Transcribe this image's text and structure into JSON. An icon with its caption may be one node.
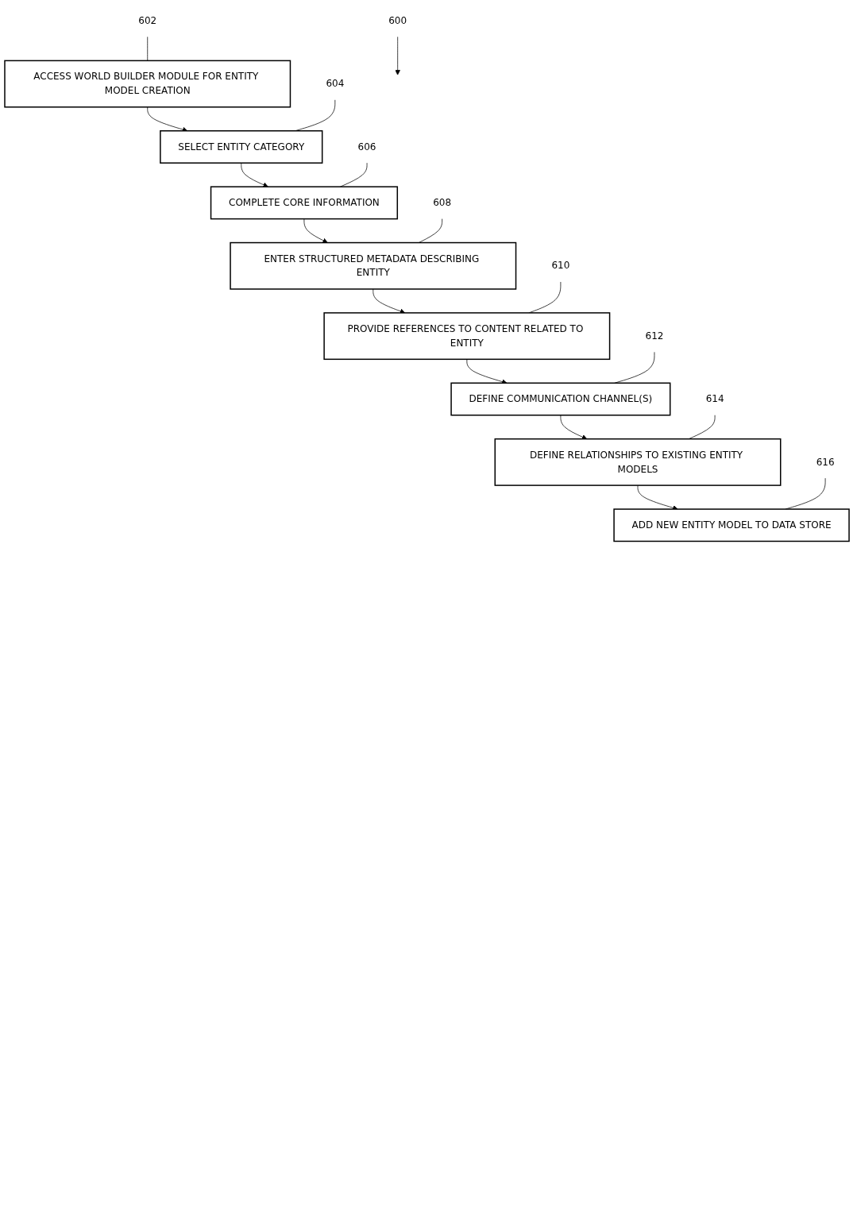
{
  "diagram": {
    "nodes": [
      {
        "text": [
          "ACCESS WORLD BUILDER MODULE FOR ENTITY MODEL CREATION"
        ]
      },
      {
        "text": [
          "SELECT ENTITY CATEGORY"
        ]
      },
      {
        "text": [
          "COMPLETE CORE INFORMATION"
        ]
      },
      {
        "text": [
          "ENTER STRUCTURED METADATA DESCRIBING ENTITY"
        ]
      },
      {
        "text": [
          "PROVIDE REFERENCES TO CONTENT RELATED TO ENTITY"
        ]
      },
      {
        "text": [
          "DEFINE COMMUNICATION CHANNEL(S)"
        ]
      },
      {
        "text": [
          "DEFINE RELATIONSHIPS TO EXISTING ENTITY MODELS"
        ]
      },
      {
        "text": [
          "ADD NEW ENTITY MODEL TO DATA STORE"
        ]
      },
      {
        "text": [
          "600"
        ]
      },
      {
        "text": [
          "602"
        ]
      },
      {
        "text": [
          "604"
        ]
      },
      {
        "text": [
          "606"
        ]
      },
      {
        "text": [
          "608"
        ]
      },
      {
        "text": [
          "610"
        ]
      },
      {
        "text": [
          "612"
        ]
      },
      {
        "text": [
          "614"
        ]
      },
      {
        "text": [
          "616"
        ]
      }
    ],
    "edges": [
      {
        "from": 0,
        "to": 1,
        "arrow": "to"
      },
      {
        "from": 1,
        "to": 2,
        "arrow": "to"
      },
      {
        "from": 2,
        "to": 3,
        "arrow": "to"
      },
      {
        "from": 3,
        "to": 4,
        "arrow": "to"
      },
      {
        "from": 4,
        "to": 5,
        "arrow": "to"
      },
      {
        "from": 5,
        "to": 6,
        "arrow": "to"
      },
      {
        "from": 6,
        "to": 7,
        "arrow": "to"
      },
      {
        "from": 8,
        "to": null,
        "arrow": "to"
      },
      {
        "from": 9,
        "to": 0,
        "arrow": "none"
      },
      {
        "from": 10,
        "to": 1,
        "arrow": "none"
      },
      {
        "from": 11,
        "to": 2,
        "arrow": "none"
      },
      {
        "from": 12,
        "to": 3,
        "arrow": "none"
      },
      {
        "from": 13,
        "to": 4,
        "arrow": "none"
      },
      {
        "from": 14,
        "to": 5,
        "arrow": "none"
      },
      {
        "from": 15,
        "to": 6,
        "arrow": "none"
      },
      {
        "from": 16,
        "to": 7,
        "arrow": "none"
      }
    ]
  }
}
